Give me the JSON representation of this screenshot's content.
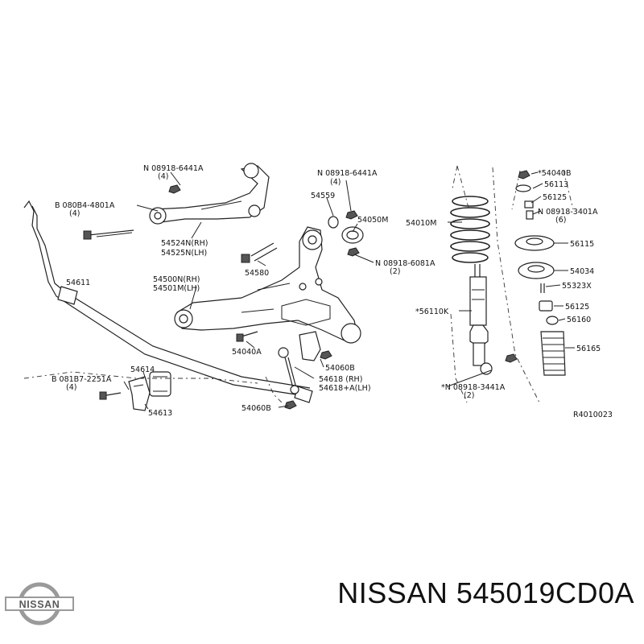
{
  "diagram": {
    "labels": {
      "l_n1": "N 08918-6441A",
      "l_n1q": "(4)",
      "l_b1": "B 080B4-4801A",
      "l_b1q": "(4)",
      "l_54524": "54524N(RH)",
      "l_54525": "54525N(LH)",
      "l_n2": "N 08918-6441A",
      "l_n2q": "(4)",
      "l_54559": "54559",
      "l_54050": "54050M",
      "l_54010": "54010M",
      "l_54580": "54580",
      "l_n3": "N 08918-6081A",
      "l_n3q": "(2)",
      "l_54611": "54611",
      "l_54500": "54500N(RH)",
      "l_54501": "54501M(LH)",
      "l_56110": "*56110K",
      "l_54040a": "54040A",
      "l_54060b1": "54060B",
      "l_54618a": "54618     (RH)",
      "l_54618b": "54618+A(LH)",
      "l_54614": "54614",
      "l_b2": "B 081B7-2251A",
      "l_b2q": "(4)",
      "l_54613": "54613",
      "l_54060b2": "54060B",
      "l_n4": "*N 08918-3441A",
      "l_n4q": "(2)",
      "l_54040b": "*54040B",
      "l_56113": "56113",
      "l_56125a": "56125",
      "l_n5": "N 08918-3401A",
      "l_n5q": "(6)",
      "l_56115": "56115",
      "l_54034": "54034",
      "l_55323": "55323X",
      "l_56125b": "56125",
      "l_56160": "56160",
      "l_56165": "56165",
      "l_ref": "R4010023"
    }
  },
  "brand": {
    "logo_text": "NISSAN",
    "caption": "NISSAN 545019CD0A"
  },
  "colors": {
    "ink": "#111111",
    "background": "#ffffff",
    "logo_gray": "#9a9a9a"
  }
}
